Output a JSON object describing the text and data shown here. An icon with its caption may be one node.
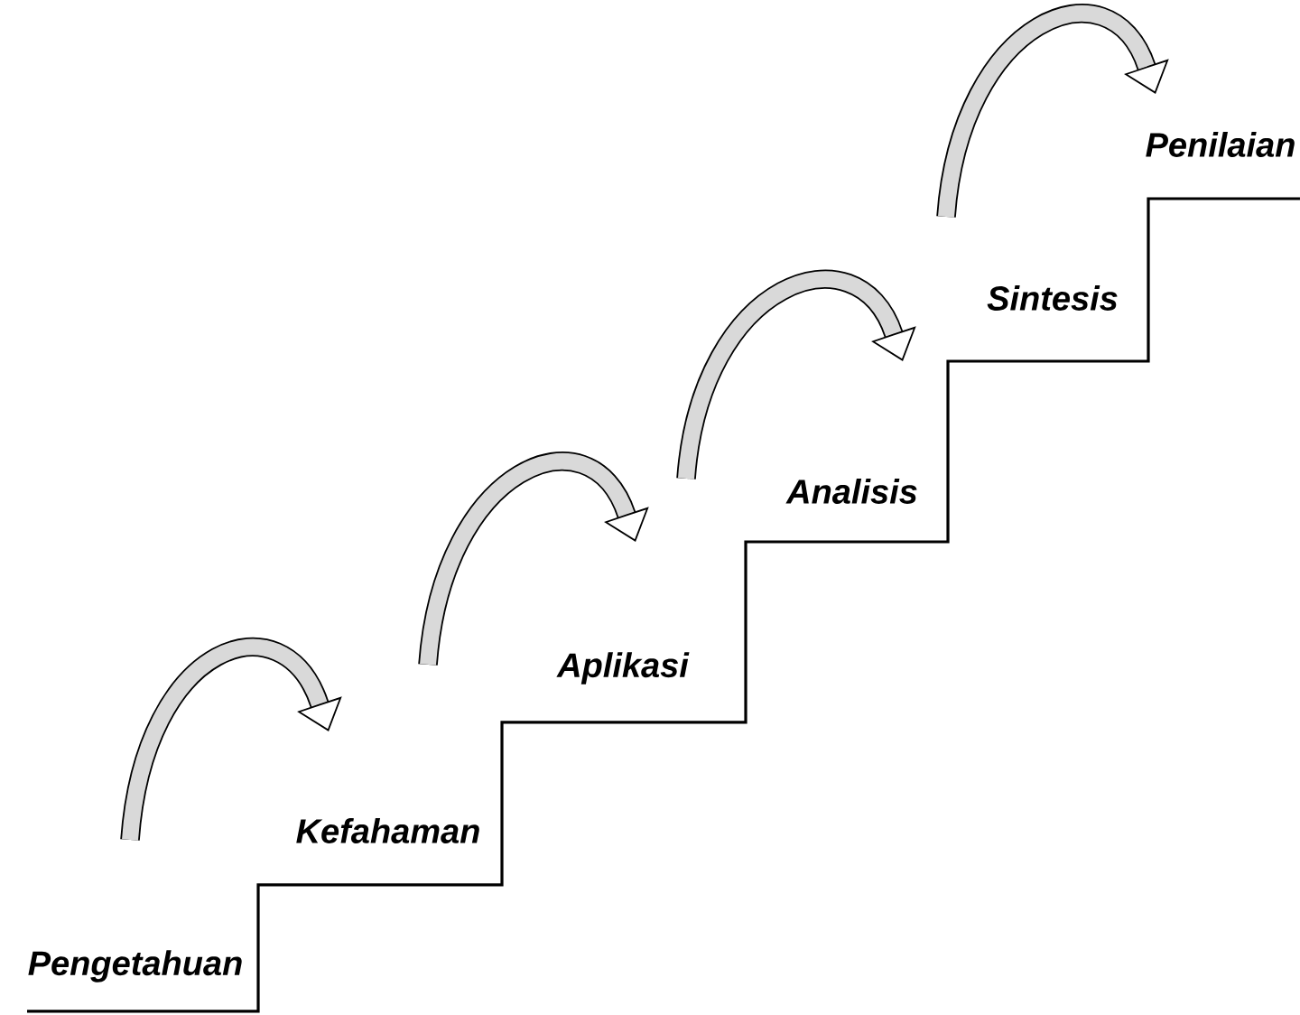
{
  "diagram": {
    "nodes": [
      {
        "text": [
          "Pengetahuan"
        ]
      },
      {
        "text": [
          "Kefahaman"
        ]
      },
      {
        "text": [
          "Aplikasi"
        ]
      },
      {
        "text": [
          "Analisis"
        ]
      },
      {
        "text": [
          "Sintesis"
        ]
      },
      {
        "text": [
          "Penilaian"
        ]
      }
    ]
  }
}
